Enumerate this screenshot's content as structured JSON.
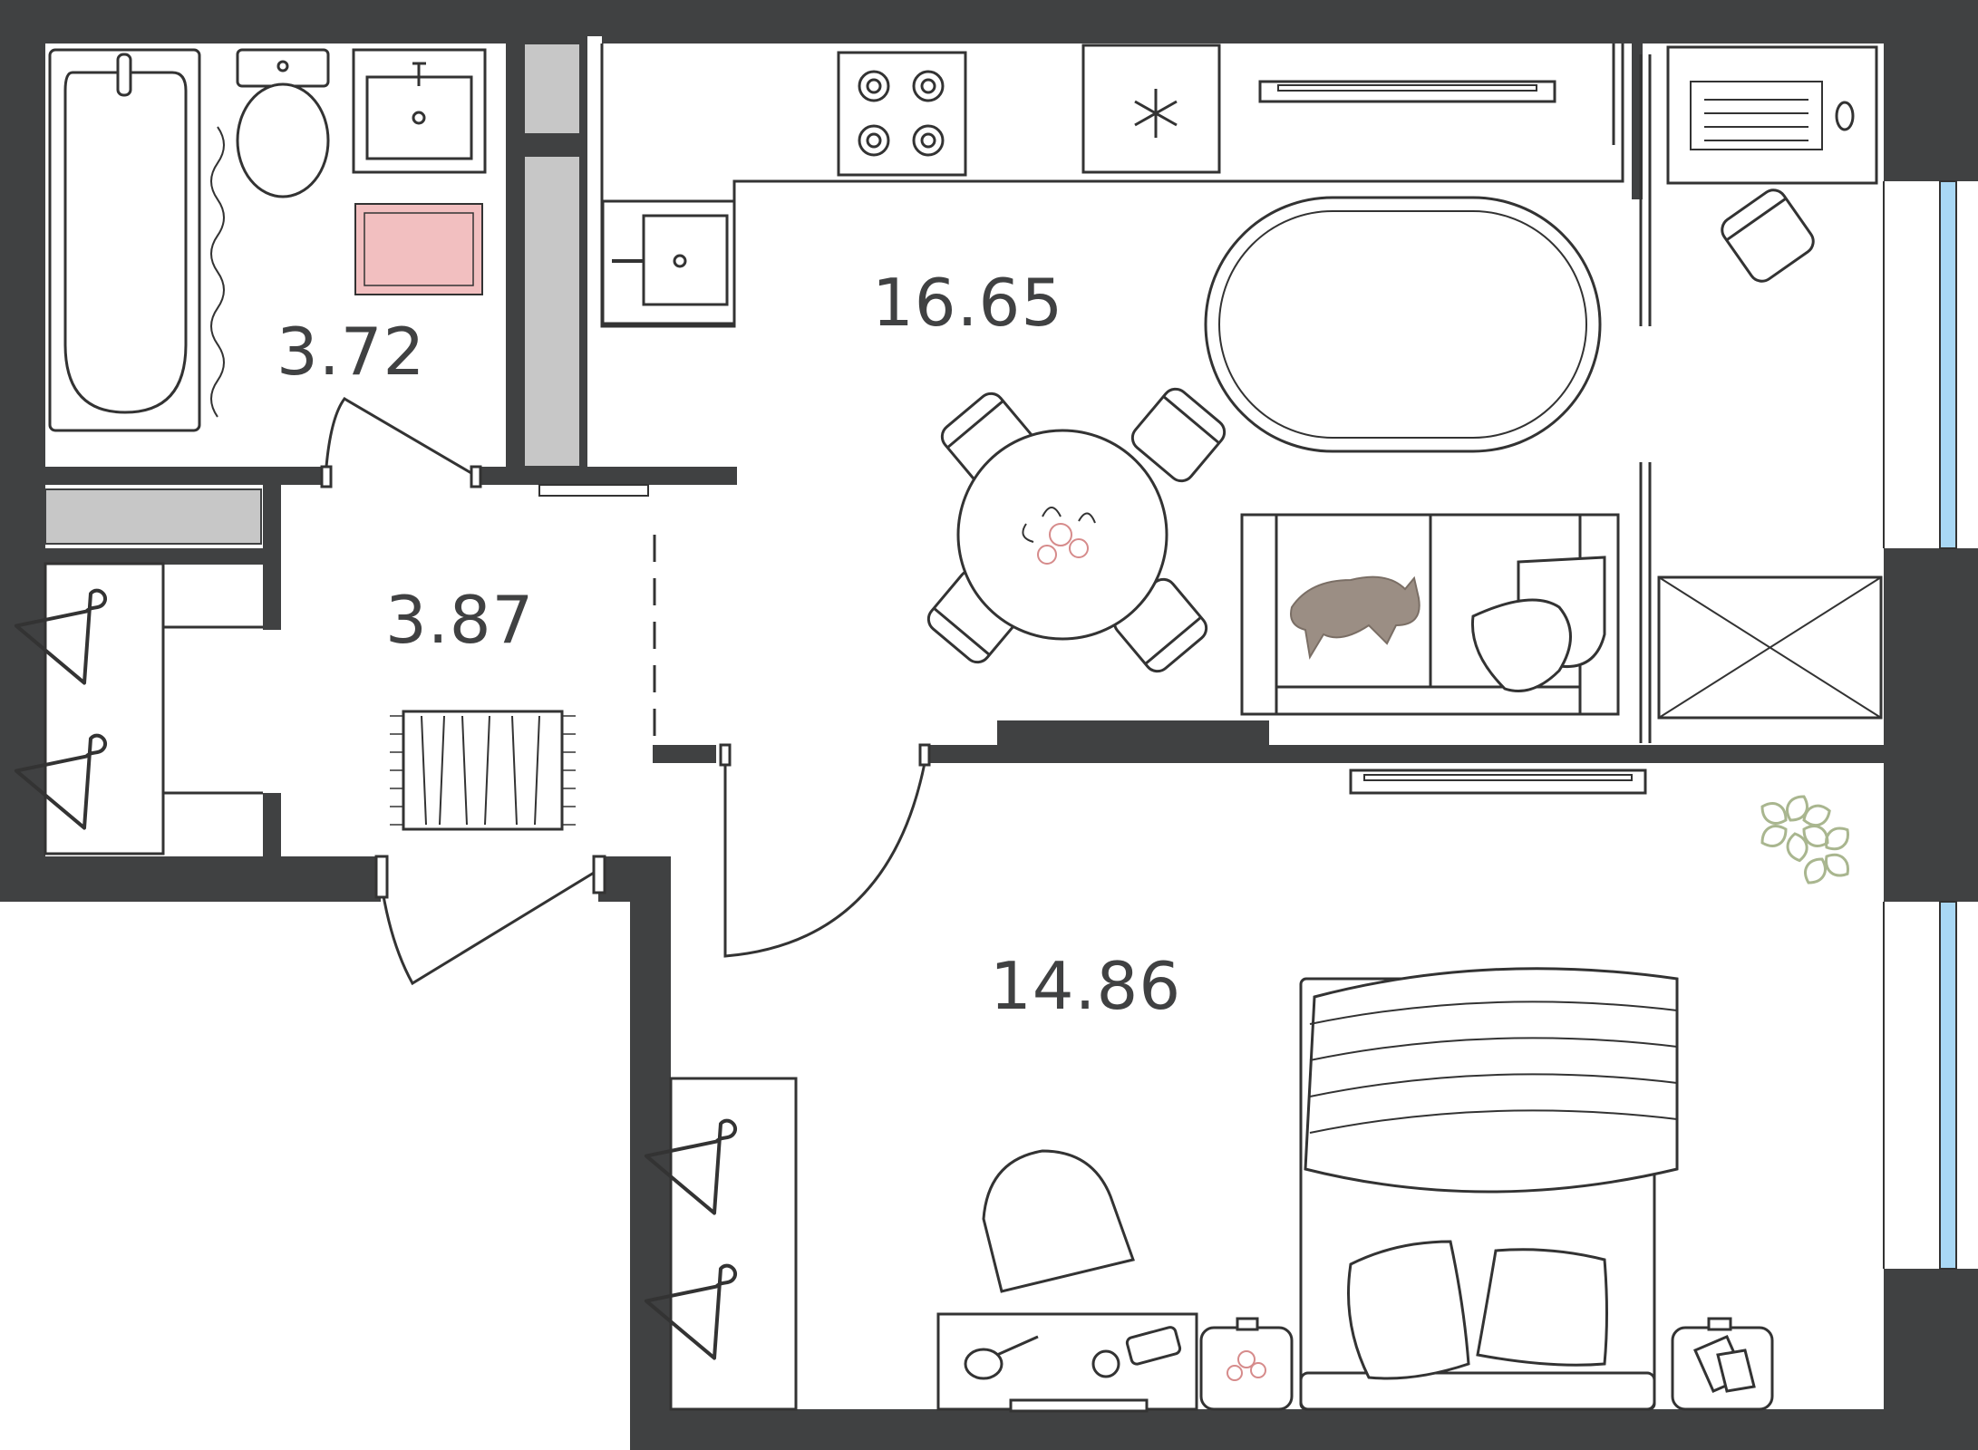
{
  "plan": {
    "colors": {
      "wall": "#404142",
      "partition": "#c7c7c7",
      "line": "#333333",
      "window_glass": "#a9d8f5",
      "bath_mat": "#f2bfc0",
      "plant": "#a9b68f",
      "cat": "#9b8e84",
      "flower": "#d68b8b"
    },
    "rooms": [
      {
        "id": "bathroom",
        "area": "3.72"
      },
      {
        "id": "kitchen-living",
        "area": "16.65"
      },
      {
        "id": "hallway",
        "area": "3.87"
      },
      {
        "id": "bedroom",
        "area": "14.86"
      }
    ],
    "icons": {
      "bathtub": "bathtub-icon",
      "toilet": "toilet-icon",
      "sink": "sink-icon",
      "stove": "stove-icon",
      "fridge": "snowflake-icon",
      "hanger": "hanger-icon",
      "plant": "plant-icon",
      "cat": "cat-icon",
      "flowers": "flowers-icon"
    }
  }
}
